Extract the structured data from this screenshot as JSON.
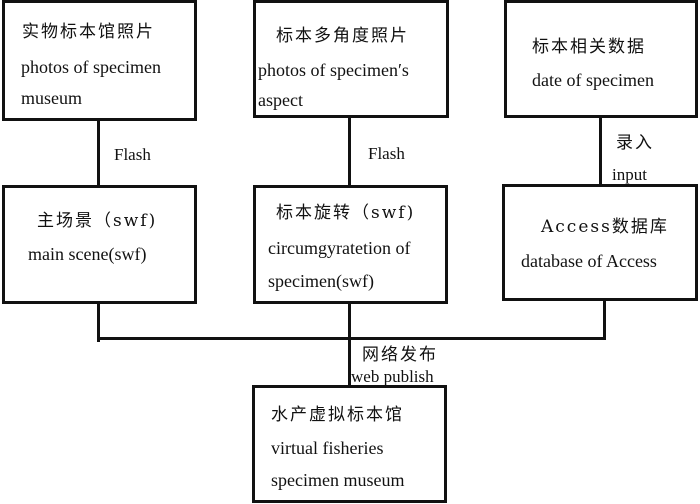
{
  "diagram": {
    "nodes": {
      "top_left": {
        "cn": "实物标本馆照片",
        "en_lines": [
          "photos of specimen",
          "museum"
        ]
      },
      "top_middle": {
        "cn": "标本多角度照片",
        "en_lines": [
          "photos of specimen′s",
          "aspect"
        ]
      },
      "top_right": {
        "cn": "标本相关数据",
        "en_lines": [
          "date of specimen"
        ]
      },
      "mid_left": {
        "cn": "主场景（swf)",
        "en_lines": [
          "main scene(swf)"
        ]
      },
      "mid_middle": {
        "cn": "标本旋转（swf)",
        "en_lines": [
          "circumgyratetion of",
          "specimen(swf)"
        ]
      },
      "mid_right": {
        "cn": "Access数据库",
        "en_lines": [
          "database of Access"
        ]
      },
      "bottom": {
        "cn": "水产虚拟标本馆",
        "en_lines": [
          "virtual fisheries",
          "specimen museum"
        ]
      }
    },
    "edges": {
      "left_label": "Flash",
      "middle_label": "Flash",
      "right_label_cn": "录入",
      "right_label_en": "input",
      "publish_label_cn": "网络发布",
      "publish_label_en": "web publish"
    }
  }
}
